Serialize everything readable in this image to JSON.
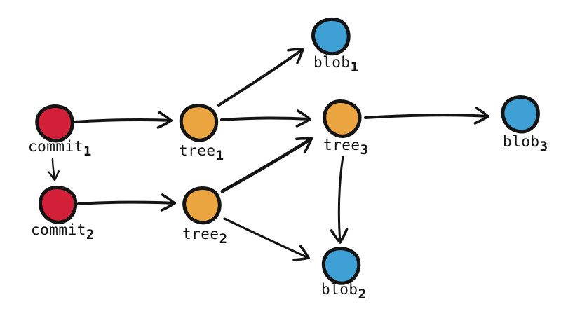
{
  "diagram": {
    "kind": "git-object-graph",
    "nodes": [
      {
        "id": "commit1",
        "label": "commit",
        "subscript": "1",
        "type": "commit"
      },
      {
        "id": "commit2",
        "label": "commit",
        "subscript": "2",
        "type": "commit"
      },
      {
        "id": "tree1",
        "label": "tree",
        "subscript": "1",
        "type": "tree"
      },
      {
        "id": "tree2",
        "label": "tree",
        "subscript": "2",
        "type": "tree"
      },
      {
        "id": "tree3",
        "label": "tree",
        "subscript": "3",
        "type": "tree"
      },
      {
        "id": "blob1",
        "label": "blob",
        "subscript": "1",
        "type": "blob"
      },
      {
        "id": "blob2",
        "label": "blob",
        "subscript": "2",
        "type": "blob"
      },
      {
        "id": "blob3",
        "label": "blob",
        "subscript": "3",
        "type": "blob"
      }
    ],
    "edges": [
      {
        "from": "commit1",
        "to": "tree1"
      },
      {
        "from": "commit1",
        "to": "commit2"
      },
      {
        "from": "commit2",
        "to": "tree2"
      },
      {
        "from": "tree1",
        "to": "blob1"
      },
      {
        "from": "tree1",
        "to": "tree3"
      },
      {
        "from": "tree2",
        "to": "tree3"
      },
      {
        "from": "tree2",
        "to": "blob2"
      },
      {
        "from": "tree3",
        "to": "blob3"
      },
      {
        "from": "tree3",
        "to": "blob2"
      }
    ]
  },
  "colors": {
    "commit": "#d12038",
    "tree": "#eaa540",
    "blob": "#3fa0d6",
    "ink": "#141414",
    "background": "#ffffff"
  }
}
